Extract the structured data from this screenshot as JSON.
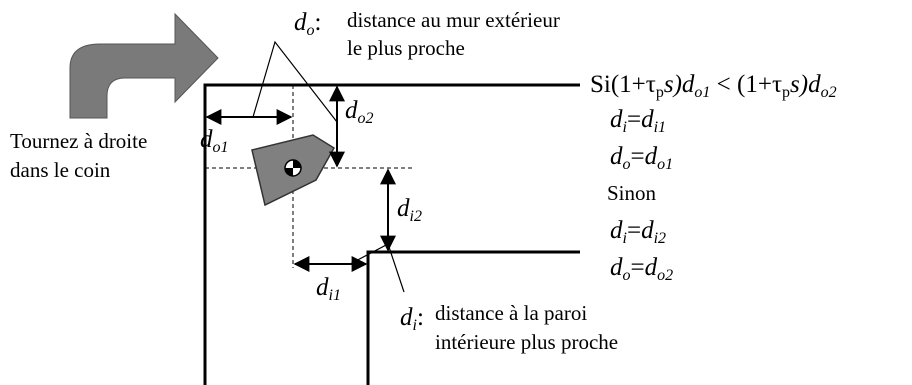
{
  "labels": {
    "turn_line1": "Tournez à droite",
    "turn_line2": "dans le coin",
    "do_desc_line1": "distance au mur extérieur",
    "do_desc_line2": "le plus proche",
    "di_desc_line1": "distance à la paroi",
    "di_desc_line2": "intérieure plus proche"
  },
  "symbols": {
    "d": "d",
    "o": "o",
    "i": "i",
    "o1": "o1",
    "o2": "o2",
    "i1": "i1",
    "i2": "i2",
    "colon": ":"
  },
  "rule": {
    "si": "Si",
    "open": "(1+τ",
    "p": "p",
    "s": "s)",
    "lt": " < ",
    "eq": "=",
    "sinon": "Sinon"
  },
  "colors": {
    "arrow_fill": "#7a7a7a",
    "robot_fill": "#808080",
    "line": "#000000"
  }
}
